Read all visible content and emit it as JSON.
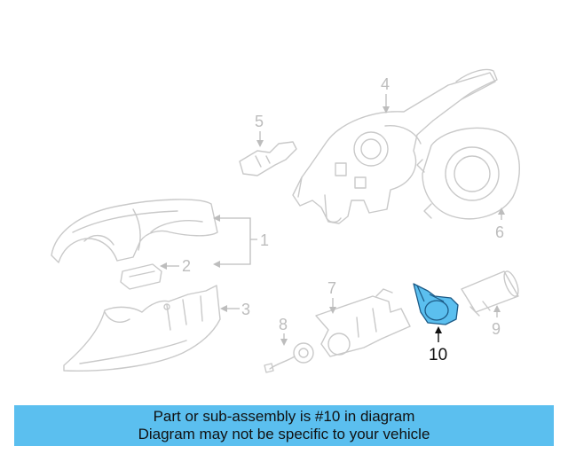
{
  "diagram": {
    "callouts": {
      "c1": "1",
      "c2": "2",
      "c3": "3",
      "c4": "4",
      "c5": "5",
      "c6": "6",
      "c7": "7",
      "c8": "8",
      "c9": "9",
      "c10": "10"
    },
    "highlighted_part": "10"
  },
  "banner": {
    "line1": "Part or sub-assembly is #10 in diagram",
    "line2": "Diagram may not be specific to your vehicle"
  },
  "colors": {
    "highlight": "#5bbfef",
    "banner_background": "#5bbfef",
    "line_art": "#c9c9c9"
  }
}
